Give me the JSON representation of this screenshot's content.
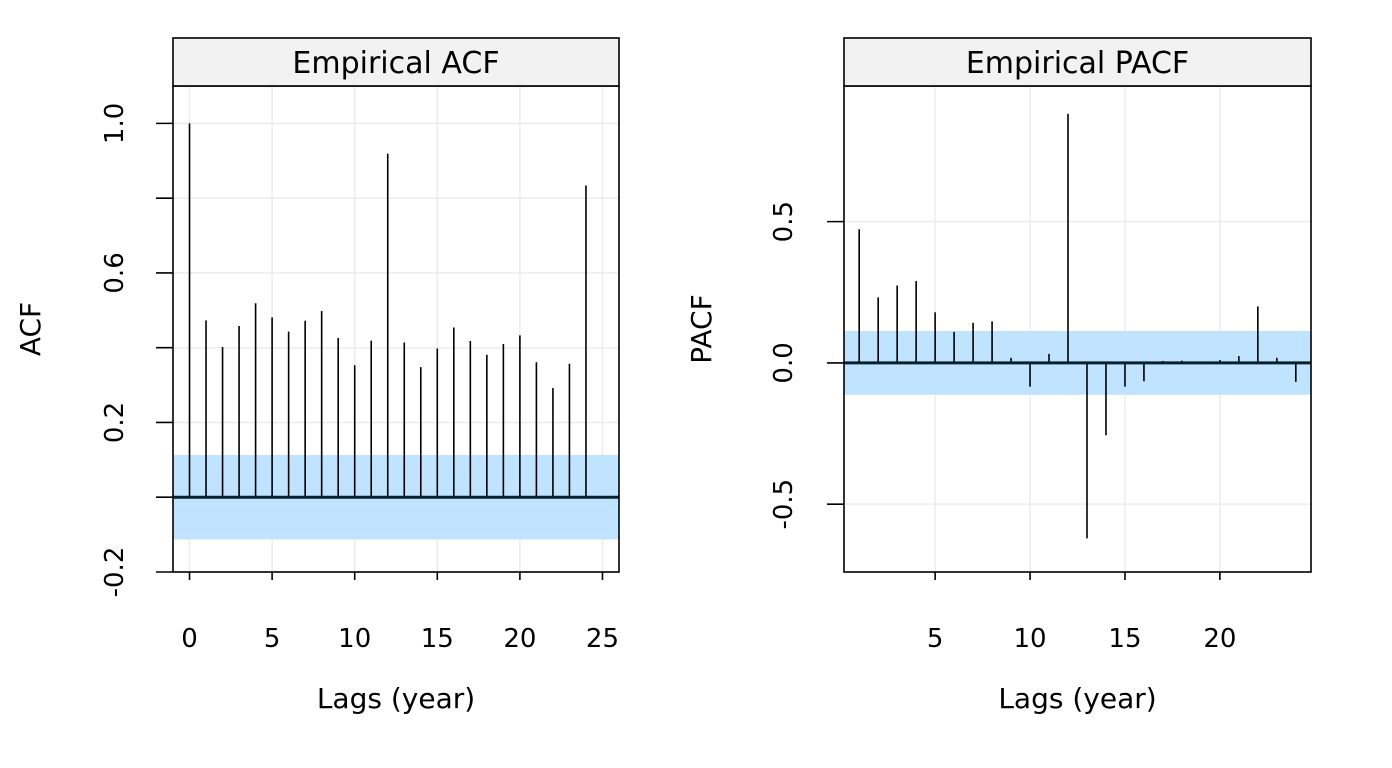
{
  "chart_data": [
    {
      "type": "bar",
      "title": "Empirical ACF",
      "xlabel": "Lags (year)",
      "ylabel": "ACF",
      "xlim": [
        -1,
        26
      ],
      "ylim": [
        -0.2,
        1.1
      ],
      "xticks": [
        0,
        5,
        10,
        15,
        20,
        25
      ],
      "xtick_labels": [
        "0",
        "5",
        "10",
        "15",
        "20",
        "25"
      ],
      "yticks": [
        -0.2,
        0.2,
        0.6,
        1.0
      ],
      "ytick_labels": [
        "-0.2",
        "0.2",
        "0.6",
        "1.0"
      ],
      "yticks_minor": [
        0.0,
        0.4,
        0.8
      ],
      "grid": true,
      "confidence_band": [
        -0.113,
        0.113
      ],
      "band_color": "#c0e4ff",
      "lags": [
        0,
        1,
        2,
        3,
        4,
        5,
        6,
        7,
        8,
        9,
        10,
        11,
        12,
        13,
        14,
        15,
        16,
        17,
        18,
        19,
        20,
        21,
        22,
        23,
        24
      ],
      "values": [
        1.0,
        0.473,
        0.402,
        0.458,
        0.519,
        0.481,
        0.443,
        0.472,
        0.498,
        0.426,
        0.353,
        0.419,
        0.919,
        0.414,
        0.348,
        0.398,
        0.454,
        0.418,
        0.381,
        0.41,
        0.433,
        0.361,
        0.292,
        0.357,
        0.834
      ]
    },
    {
      "type": "bar",
      "title": "Empirical PACF",
      "xlabel": "Lags (year)",
      "ylabel": "PACF",
      "xlim": [
        0.2,
        24.8
      ],
      "ylim": [
        -0.74,
        0.98
      ],
      "xticks": [
        5,
        10,
        15,
        20
      ],
      "xtick_labels": [
        "5",
        "10",
        "15",
        "20"
      ],
      "yticks": [
        -0.5,
        0.0,
        0.5
      ],
      "ytick_labels": [
        "-0.5",
        "0.0",
        "0.5"
      ],
      "yticks_minor": [],
      "grid": true,
      "confidence_band": [
        -0.113,
        0.113
      ],
      "band_color": "#c0e4ff",
      "lags": [
        1,
        2,
        3,
        4,
        5,
        6,
        7,
        8,
        9,
        10,
        11,
        12,
        13,
        14,
        15,
        16,
        17,
        18,
        19,
        20,
        21,
        22,
        23,
        24
      ],
      "values": [
        0.473,
        0.232,
        0.274,
        0.29,
        0.179,
        0.11,
        0.142,
        0.147,
        0.018,
        -0.084,
        0.032,
        0.882,
        -0.621,
        -0.256,
        -0.084,
        -0.065,
        0.007,
        0.008,
        0.004,
        0.01,
        0.024,
        0.2,
        0.018,
        -0.067
      ]
    }
  ]
}
